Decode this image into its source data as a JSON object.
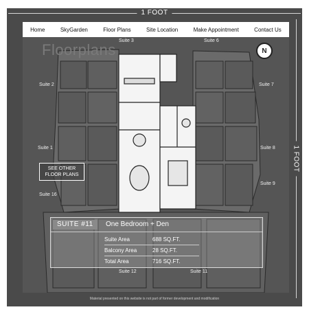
{
  "ruler": {
    "top_label": "1 FOOT",
    "right_label": "1 FOOT"
  },
  "nav": {
    "items": [
      "Home",
      "SkyGarden",
      "Floor Plans",
      "Site Location",
      "Make Appointment",
      "Contact Us"
    ]
  },
  "watermark": "Floorplans",
  "north_label": "N",
  "suites": {
    "suite3": "Suite 3",
    "suite6": "Suite 6",
    "suite2": "Suite 2",
    "suite7": "Suite 7",
    "suite1": "Suite 1",
    "suite8": "Suite 8",
    "suite9": "Suite 9",
    "suite16": "Suite 16",
    "suite12": "Suite 12",
    "suite11": "Suite 11"
  },
  "see_other": {
    "line1": "SEE OTHER",
    "line2": "FLOOR PLANS"
  },
  "info": {
    "suite_number": "SUITE #11",
    "suite_type": "One Bedroom + Den",
    "rows": [
      {
        "label": "Suite Area",
        "value": "688 SQ.FT."
      },
      {
        "label": "Balcony Area",
        "value": "28 SQ.FT."
      },
      {
        "label": "Total Area",
        "value": "716 SQ.FT."
      }
    ]
  },
  "disclaimer": "Material presented on this website is not part of former development and modification"
}
